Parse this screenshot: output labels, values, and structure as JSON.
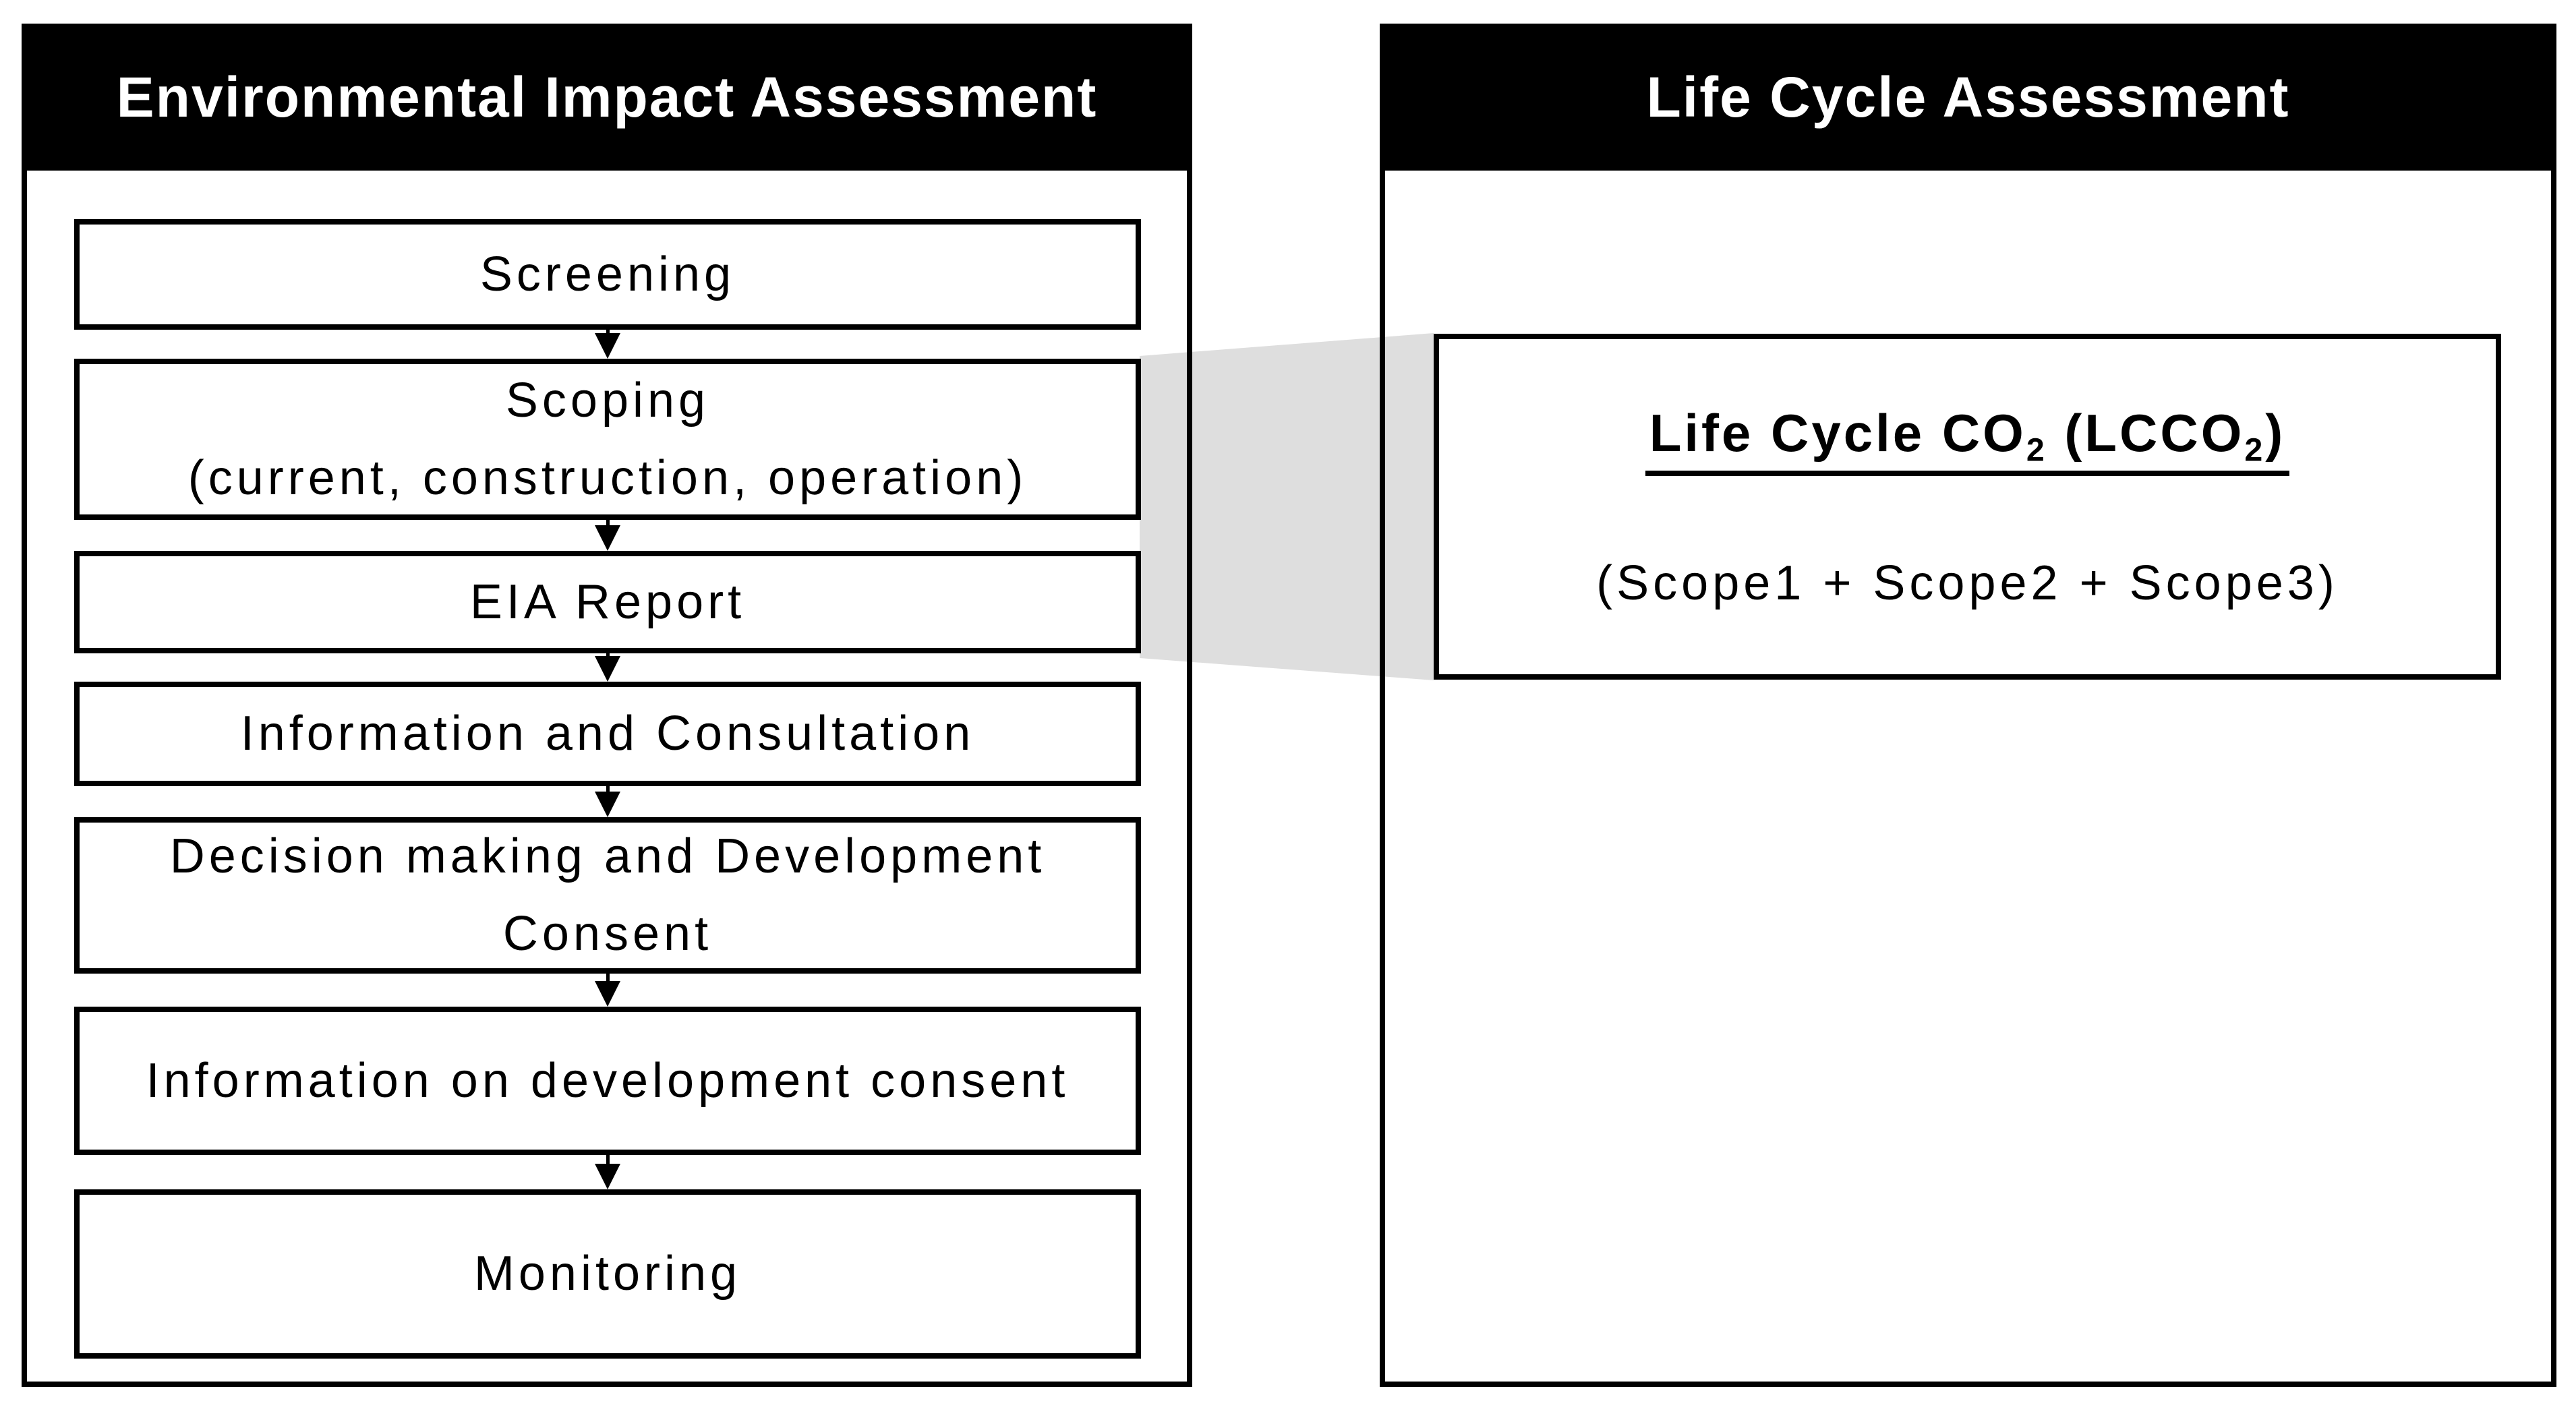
{
  "left_panel": {
    "header": "Environmental Impact Assessment",
    "boxes": [
      "Screening",
      "Scoping\n(current, construction, operation)",
      "EIA Report",
      "Information and Consultation",
      "Decision making and Development\nConsent",
      "Information on development consent",
      "Monitoring"
    ]
  },
  "right_panel": {
    "header": "Life Cycle Assessment",
    "lca_box": {
      "title_parts": {
        "a": "Life Cycle CO",
        "sub1": "2",
        "b": " (LCCO",
        "sub2": "2",
        "c": ")"
      },
      "subtitle": "(Scope1 + Scope2 + Scope3)"
    }
  },
  "colors": {
    "panel_border": "#000000",
    "header_bg": "#000000",
    "header_text": "#ffffff",
    "box_bg": "#ffffff",
    "text": "#000000",
    "connector_gray": "#dedede"
  }
}
